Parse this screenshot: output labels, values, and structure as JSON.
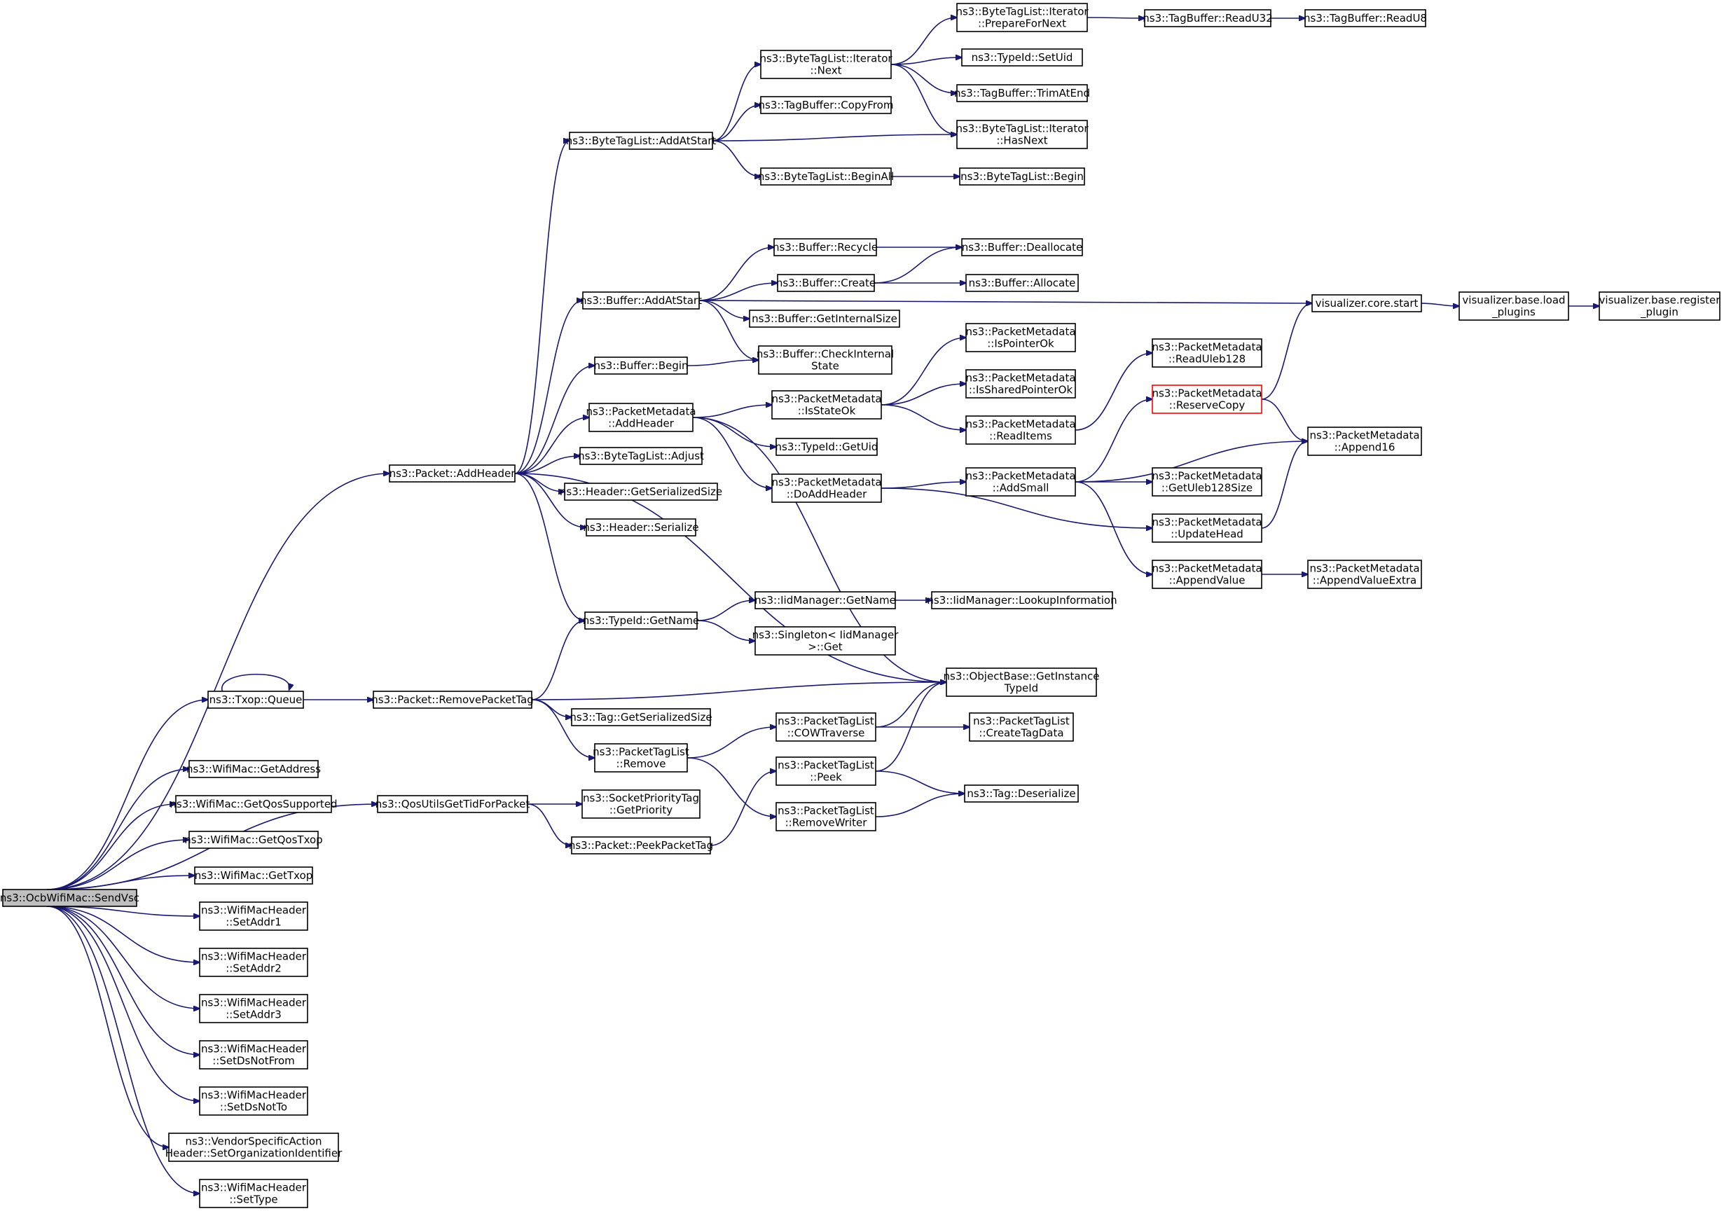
{
  "nodes": [
    {
      "id": "sendvsc",
      "lines": [
        "ns3::OcbWifiMac::SendVsc"
      ],
      "style": "root"
    },
    {
      "id": "addheader",
      "lines": [
        "ns3::Packet::AddHeader"
      ]
    },
    {
      "id": "txopqueue",
      "lines": [
        "ns3::Txop::Queue"
      ]
    },
    {
      "id": "qosutils",
      "lines": [
        "ns3::QosUtilsGetTidForPacket"
      ]
    },
    {
      "id": "getaddress",
      "lines": [
        "ns3::WifiMac::GetAddress"
      ]
    },
    {
      "id": "getqossupported",
      "lines": [
        "ns3::WifiMac::GetQosSupported"
      ]
    },
    {
      "id": "getqostxop",
      "lines": [
        "ns3::WifiMac::GetQosTxop"
      ]
    },
    {
      "id": "gettxop",
      "lines": [
        "ns3::WifiMac::GetTxop"
      ]
    },
    {
      "id": "setaddr1",
      "lines": [
        "ns3::WifiMacHeader",
        "::SetAddr1"
      ]
    },
    {
      "id": "setaddr2",
      "lines": [
        "ns3::WifiMacHeader",
        "::SetAddr2"
      ]
    },
    {
      "id": "setaddr3",
      "lines": [
        "ns3::WifiMacHeader",
        "::SetAddr3"
      ]
    },
    {
      "id": "setdsnotfrom",
      "lines": [
        "ns3::WifiMacHeader",
        "::SetDsNotFrom"
      ]
    },
    {
      "id": "setdsnotto",
      "lines": [
        "ns3::WifiMacHeader",
        "::SetDsNotTo"
      ]
    },
    {
      "id": "vendorspecific",
      "lines": [
        "ns3::VendorSpecificAction",
        "Header::SetOrganizationIdentifier"
      ]
    },
    {
      "id": "settype",
      "lines": [
        "ns3::WifiMacHeader",
        "::SetType"
      ]
    },
    {
      "id": "btl_addatstart",
      "lines": [
        "ns3::ByteTagList::AddAtStart"
      ]
    },
    {
      "id": "buf_addatstart",
      "lines": [
        "ns3::Buffer::AddAtStart"
      ]
    },
    {
      "id": "buf_begin",
      "lines": [
        "ns3::Buffer::Begin"
      ]
    },
    {
      "id": "pm_addheader",
      "lines": [
        "ns3::PacketMetadata",
        "::AddHeader"
      ]
    },
    {
      "id": "btl_adjust",
      "lines": [
        "ns3::ByteTagList::Adjust"
      ]
    },
    {
      "id": "hdr_getsersize",
      "lines": [
        "ns3::Header::GetSerializedSize"
      ]
    },
    {
      "id": "hdr_serialize",
      "lines": [
        "ns3::Header::Serialize"
      ]
    },
    {
      "id": "typeid_getname",
      "lines": [
        "ns3::TypeId::GetName"
      ]
    },
    {
      "id": "removepackettag",
      "lines": [
        "ns3::Packet::RemovePacketTag"
      ]
    },
    {
      "id": "tag_getsersize",
      "lines": [
        "ns3::Tag::GetSerializedSize"
      ]
    },
    {
      "id": "ptl_remove",
      "lines": [
        "ns3::PacketTagList",
        "::Remove"
      ]
    },
    {
      "id": "sockprio",
      "lines": [
        "ns3::SocketPriorityTag",
        "::GetPriority"
      ]
    },
    {
      "id": "peekpackettag",
      "lines": [
        "ns3::Packet::PeekPacketTag"
      ]
    },
    {
      "id": "btli_next",
      "lines": [
        "ns3::ByteTagList::Iterator",
        "::Next"
      ]
    },
    {
      "id": "tb_copyfrom",
      "lines": [
        "ns3::TagBuffer::CopyFrom"
      ]
    },
    {
      "id": "btl_beginall",
      "lines": [
        "ns3::ByteTagList::BeginAll"
      ]
    },
    {
      "id": "buf_recycle",
      "lines": [
        "ns3::Buffer::Recycle"
      ]
    },
    {
      "id": "buf_create",
      "lines": [
        "ns3::Buffer::Create"
      ]
    },
    {
      "id": "buf_getinternalsize",
      "lines": [
        "ns3::Buffer::GetInternalSize"
      ]
    },
    {
      "id": "buf_checkinternal",
      "lines": [
        "ns3::Buffer::CheckInternal",
        "State"
      ]
    },
    {
      "id": "pm_isstateok",
      "lines": [
        "ns3::PacketMetadata",
        "::IsStateOk"
      ]
    },
    {
      "id": "typeid_getuid",
      "lines": [
        "ns3::TypeId::GetUid"
      ]
    },
    {
      "id": "pm_doaddheader",
      "lines": [
        "ns3::PacketMetadata",
        "::DoAddHeader"
      ]
    },
    {
      "id": "iid_getname",
      "lines": [
        "ns3::IidManager::GetName"
      ]
    },
    {
      "id": "singleton_get",
      "lines": [
        "ns3::Singleton< IidManager",
        " >::Get"
      ]
    },
    {
      "id": "ptl_cowtraverse",
      "lines": [
        "ns3::PacketTagList",
        "::COWTraverse"
      ]
    },
    {
      "id": "ptl_peek",
      "lines": [
        "ns3::PacketTagList",
        "::Peek"
      ]
    },
    {
      "id": "ptl_removewriter",
      "lines": [
        "ns3::PacketTagList",
        "::RemoveWriter"
      ]
    },
    {
      "id": "btli_prepare",
      "lines": [
        "ns3::ByteTagList::Iterator",
        "::PrepareForNext"
      ]
    },
    {
      "id": "typeid_setuid",
      "lines": [
        "ns3::TypeId::SetUid"
      ]
    },
    {
      "id": "tb_trimatend",
      "lines": [
        "ns3::TagBuffer::TrimAtEnd"
      ]
    },
    {
      "id": "btli_hasnext",
      "lines": [
        "ns3::ByteTagList::Iterator",
        "::HasNext"
      ]
    },
    {
      "id": "btl_begin",
      "lines": [
        "ns3::ByteTagList::Begin"
      ]
    },
    {
      "id": "buf_deallocate",
      "lines": [
        "ns3::Buffer::Deallocate"
      ]
    },
    {
      "id": "buf_allocate",
      "lines": [
        "ns3::Buffer::Allocate"
      ]
    },
    {
      "id": "pm_ispointerok",
      "lines": [
        "ns3::PacketMetadata",
        "::IsPointerOk"
      ]
    },
    {
      "id": "pm_issharedpointerok",
      "lines": [
        "ns3::PacketMetadata",
        "::IsSharedPointerOk"
      ]
    },
    {
      "id": "pm_readitems",
      "lines": [
        "ns3::PacketMetadata",
        "::ReadItems"
      ]
    },
    {
      "id": "pm_addsmall",
      "lines": [
        "ns3::PacketMetadata",
        "::AddSmall"
      ]
    },
    {
      "id": "iid_lookup",
      "lines": [
        "ns3::IidManager::LookupInformation"
      ]
    },
    {
      "id": "ob_getinstancetypeid",
      "lines": [
        "ns3::ObjectBase::GetInstance",
        "TypeId"
      ]
    },
    {
      "id": "ptl_createtagdata",
      "lines": [
        "ns3::PacketTagList",
        "::CreateTagData"
      ]
    },
    {
      "id": "tag_deserialize",
      "lines": [
        "ns3::Tag::Deserialize"
      ]
    },
    {
      "id": "tb_readu32",
      "lines": [
        "ns3::TagBuffer::ReadU32"
      ]
    },
    {
      "id": "tb_readu8",
      "lines": [
        "ns3::TagBuffer::ReadU8"
      ]
    },
    {
      "id": "viz_core_start",
      "lines": [
        "visualizer.core.start"
      ]
    },
    {
      "id": "pm_readuleb128",
      "lines": [
        "ns3::PacketMetadata",
        "::ReadUleb128"
      ]
    },
    {
      "id": "pm_reservecopy",
      "lines": [
        "ns3::PacketMetadata",
        "::ReserveCopy"
      ],
      "style": "red"
    },
    {
      "id": "pm_getuleb128size",
      "lines": [
        "ns3::PacketMetadata",
        "::GetUleb128Size"
      ]
    },
    {
      "id": "pm_updatehead",
      "lines": [
        "ns3::PacketMetadata",
        "::UpdateHead"
      ]
    },
    {
      "id": "pm_appendvalue",
      "lines": [
        "ns3::PacketMetadata",
        "::AppendValue"
      ]
    },
    {
      "id": "viz_base_load",
      "lines": [
        "visualizer.base.load",
        "_plugins"
      ]
    },
    {
      "id": "pm_append16",
      "lines": [
        "ns3::PacketMetadata",
        "::Append16"
      ]
    },
    {
      "id": "pm_appendvalueextra",
      "lines": [
        "ns3::PacketMetadata",
        "::AppendValueExtra"
      ]
    },
    {
      "id": "viz_base_register",
      "lines": [
        "visualizer.base.register",
        "_plugin"
      ]
    }
  ],
  "edges": [
    [
      "sendvsc",
      "addheader"
    ],
    [
      "sendvsc",
      "txopqueue"
    ],
    [
      "sendvsc",
      "qosutils"
    ],
    [
      "sendvsc",
      "getaddress"
    ],
    [
      "sendvsc",
      "getqossupported"
    ],
    [
      "sendvsc",
      "getqostxop"
    ],
    [
      "sendvsc",
      "gettxop"
    ],
    [
      "sendvsc",
      "setaddr1"
    ],
    [
      "sendvsc",
      "setaddr2"
    ],
    [
      "sendvsc",
      "setaddr3"
    ],
    [
      "sendvsc",
      "setdsnotfrom"
    ],
    [
      "sendvsc",
      "setdsnotto"
    ],
    [
      "sendvsc",
      "vendorspecific"
    ],
    [
      "sendvsc",
      "settype"
    ],
    [
      "addheader",
      "btl_addatstart"
    ],
    [
      "addheader",
      "buf_addatstart"
    ],
    [
      "addheader",
      "buf_begin"
    ],
    [
      "addheader",
      "pm_addheader"
    ],
    [
      "addheader",
      "btl_adjust"
    ],
    [
      "addheader",
      "hdr_getsersize"
    ],
    [
      "addheader",
      "hdr_serialize"
    ],
    [
      "addheader",
      "typeid_getname"
    ],
    [
      "addheader",
      "ob_getinstancetypeid"
    ],
    [
      "txopqueue",
      "txopqueue"
    ],
    [
      "txopqueue",
      "removepackettag"
    ],
    [
      "qosutils",
      "sockprio"
    ],
    [
      "qosutils",
      "peekpackettag"
    ],
    [
      "btl_addatstart",
      "btli_next"
    ],
    [
      "btl_addatstart",
      "tb_copyfrom"
    ],
    [
      "btl_addatstart",
      "btli_hasnext"
    ],
    [
      "btl_addatstart",
      "btl_beginall"
    ],
    [
      "btli_next",
      "btli_prepare"
    ],
    [
      "btli_next",
      "typeid_setuid"
    ],
    [
      "btli_next",
      "tb_trimatend"
    ],
    [
      "btli_next",
      "btli_hasnext"
    ],
    [
      "btli_prepare",
      "tb_readu32"
    ],
    [
      "tb_readu32",
      "tb_readu8"
    ],
    [
      "btl_beginall",
      "btl_begin"
    ],
    [
      "buf_addatstart",
      "viz_core_start"
    ],
    [
      "buf_addatstart",
      "buf_recycle"
    ],
    [
      "buf_addatstart",
      "buf_create"
    ],
    [
      "buf_addatstart",
      "buf_getinternalsize"
    ],
    [
      "buf_addatstart",
      "buf_checkinternal"
    ],
    [
      "buf_recycle",
      "buf_deallocate"
    ],
    [
      "buf_create",
      "buf_deallocate"
    ],
    [
      "buf_create",
      "buf_allocate"
    ],
    [
      "buf_begin",
      "buf_checkinternal"
    ],
    [
      "pm_addheader",
      "pm_isstateok"
    ],
    [
      "pm_addheader",
      "typeid_getuid"
    ],
    [
      "pm_addheader",
      "pm_doaddheader"
    ],
    [
      "pm_addheader",
      "ob_getinstancetypeid"
    ],
    [
      "pm_isstateok",
      "pm_ispointerok"
    ],
    [
      "pm_isstateok",
      "pm_issharedpointerok"
    ],
    [
      "pm_isstateok",
      "pm_readitems"
    ],
    [
      "pm_readitems",
      "pm_readuleb128"
    ],
    [
      "pm_doaddheader",
      "pm_addsmall"
    ],
    [
      "pm_doaddheader",
      "pm_updatehead"
    ],
    [
      "pm_addsmall",
      "pm_reservecopy"
    ],
    [
      "pm_addsmall",
      "pm_append16"
    ],
    [
      "pm_addsmall",
      "pm_getuleb128size"
    ],
    [
      "pm_addsmall",
      "pm_appendvalue"
    ],
    [
      "pm_reservecopy",
      "viz_core_start"
    ],
    [
      "pm_reservecopy",
      "pm_append16"
    ],
    [
      "pm_updatehead",
      "pm_append16"
    ],
    [
      "pm_appendvalue",
      "pm_appendvalueextra"
    ],
    [
      "viz_core_start",
      "viz_base_load"
    ],
    [
      "viz_base_load",
      "viz_base_register"
    ],
    [
      "typeid_getname",
      "iid_getname"
    ],
    [
      "typeid_getname",
      "singleton_get"
    ],
    [
      "iid_getname",
      "iid_lookup"
    ],
    [
      "removepackettag",
      "typeid_getname"
    ],
    [
      "removepackettag",
      "ob_getinstancetypeid"
    ],
    [
      "removepackettag",
      "tag_getsersize"
    ],
    [
      "removepackettag",
      "ptl_remove"
    ],
    [
      "ptl_remove",
      "ptl_cowtraverse"
    ],
    [
      "ptl_remove",
      "ptl_removewriter"
    ],
    [
      "ptl_cowtraverse",
      "ob_getinstancetypeid"
    ],
    [
      "ptl_cowtraverse",
      "ptl_createtagdata"
    ],
    [
      "ptl_removewriter",
      "tag_deserialize"
    ],
    [
      "peekpackettag",
      "ptl_peek"
    ],
    [
      "ptl_peek",
      "ob_getinstancetypeid"
    ],
    [
      "ptl_peek",
      "tag_deserialize"
    ]
  ]
}
